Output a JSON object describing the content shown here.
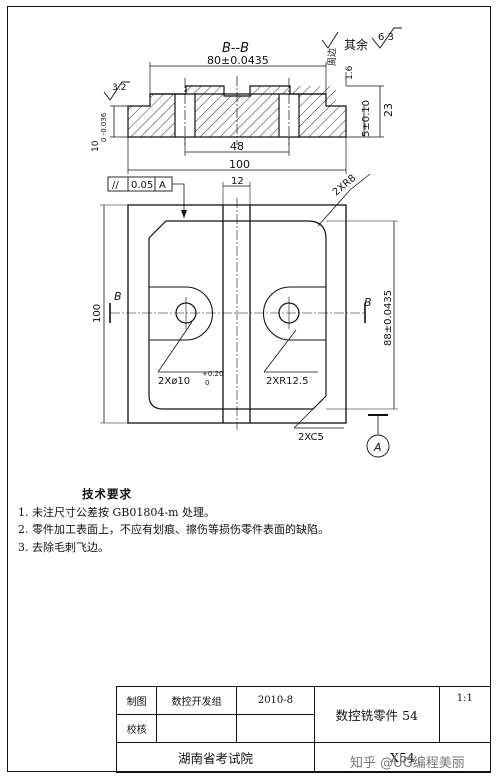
{
  "section": {
    "title": "B--B",
    "top_dim": "80±0.0435",
    "dim_48": "48",
    "dim_100": "100",
    "dim_10": "10",
    "dim_10_tol": "0 -0.036",
    "dim_5": "5±0.10",
    "dim_23": "23",
    "dim_1_6": "1.6",
    "side_label": "周边",
    "rough_corner_value": "3.2",
    "rough_topright_value": "6.3",
    "rough_rest_label": "其余"
  },
  "plan": {
    "geom_tol_symbol": "//",
    "geom_tol_value": "0.05",
    "geom_tol_datum": "A",
    "dim_12": "12",
    "dim_2xr8": "2XR8",
    "dim_100_left": "100",
    "dim_88": "88±0.0435",
    "hole_label_main": "2Xø10",
    "hole_label_tol_upper": "+0.20",
    "hole_label_tol_lower": "0",
    "dim_2xr12_5": "2XR12.5",
    "dim_2xc5": "2XC5",
    "section_marker_left": "B",
    "section_marker_right": "B",
    "datum_label": "A"
  },
  "notes": {
    "title": "技术要求",
    "items": [
      "1.  未注尺寸公差按 GB01804-m 处理。",
      "2.  零件加工表面上，不应有划痕、擦伤等损伤零件表面的缺陷。",
      "3.  去除毛刺飞边。"
    ]
  },
  "title_block": {
    "row1_label": "制图",
    "row1_group": "数控开发组",
    "row1_date": "2010-8",
    "part_name": "数控铣零件 54",
    "scale": "1:1",
    "row2_label": "校核",
    "institute": "湖南省考试院",
    "code": "X54"
  },
  "watermark": "知乎 @UG编程美丽"
}
